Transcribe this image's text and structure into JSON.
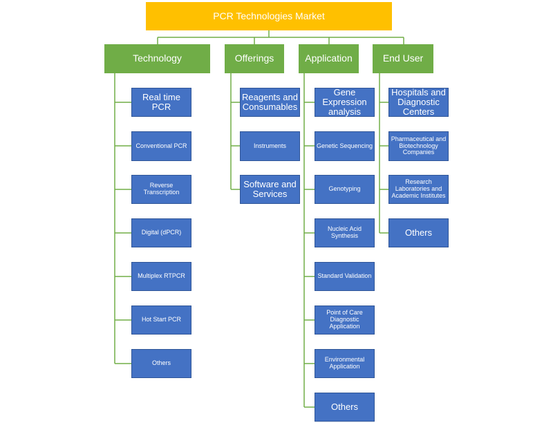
{
  "root": {
    "label": "PCR Technologies Market"
  },
  "categories": [
    {
      "label": "Technology",
      "items": [
        "Real time PCR",
        "Conventional PCR",
        "Reverse Transcription",
        "Digital (dPCR)",
        "Multiplex RTPCR",
        "Hot Start PCR",
        "Others"
      ]
    },
    {
      "label": "Offerings",
      "items": [
        "Reagents and Consumables",
        "Instruments",
        "Software and Services"
      ]
    },
    {
      "label": "Application",
      "items": [
        "Gene Expression analysis",
        "Genetic Sequencing",
        "Genotyping",
        "Nucleic Acid Synthesis",
        "Standard Validation",
        "Point of Care Diagnostic Application",
        "Environmental Application",
        "Others"
      ]
    },
    {
      "label": "End User",
      "items": [
        "Hospitals and Diagnostic Centers",
        "Pharmaceutical and Biotechnology Companies",
        "Research Laboratories and Academic Institutes",
        "Others"
      ]
    }
  ],
  "colors": {
    "root": "#ffc000",
    "category": "#70ad47",
    "leaf": "#4472c4",
    "connector": "#70ad47"
  }
}
